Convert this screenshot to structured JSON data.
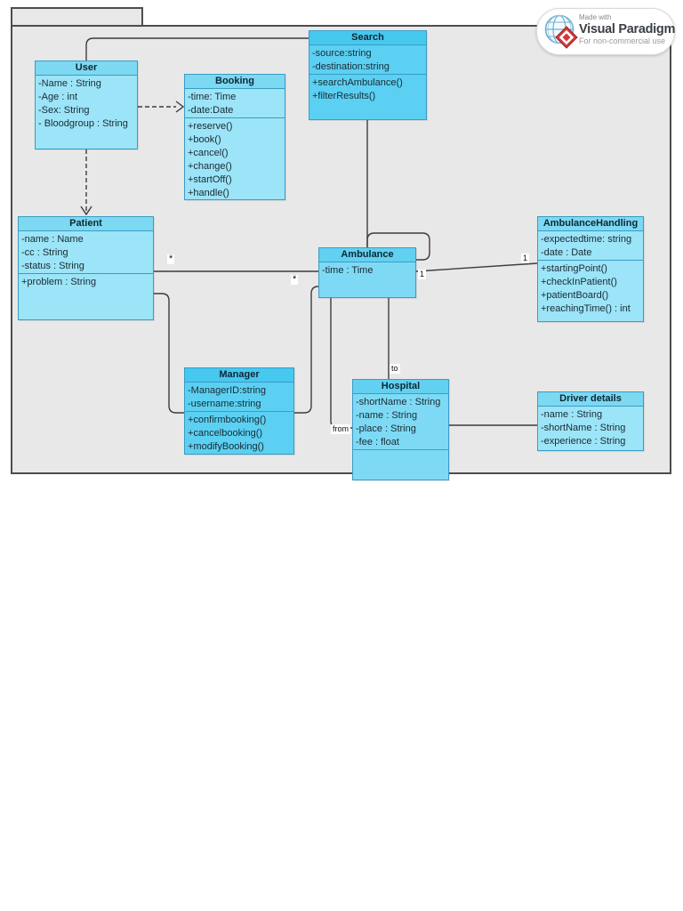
{
  "frame": {
    "tab_label": ""
  },
  "badge": {
    "made_with": "Made with",
    "brand": "Visual Paradigm",
    "subtitle": "For non-commercial use"
  },
  "palette": {
    "canvas_bg": "#e8e8e8",
    "class_border": "#3b9cc4",
    "class_title_light": "#7dd8f2",
    "class_body_light": "#9ce4f7",
    "class_title_medium": "#62d1f1",
    "class_body_medium": "#7edaf4",
    "class_title_dark": "#46c8ef",
    "class_body_dark": "#5bd0f2",
    "connector": "#3c3c3c",
    "badge_red": "#cf3a3a"
  },
  "classes": {
    "user": {
      "title": "User",
      "attributes": [
        "-Name : String",
        "-Age : int",
        "-Sex: String",
        "- Bloodgroup : String"
      ],
      "operations": []
    },
    "search": {
      "title": "Search",
      "attributes": [
        "-source:string",
        "-destination:string"
      ],
      "operations": [
        "+searchAmbulance()",
        "+filterResults()"
      ]
    },
    "booking": {
      "title": "Booking",
      "attributes": [
        "-time: Time",
        "-date:Date"
      ],
      "operations": [
        "+reserve()",
        "+book()",
        "+cancel()",
        "+change()",
        "+startOff()",
        "+handle()"
      ]
    },
    "patient": {
      "title": "Patient",
      "attributes": [
        "-name : Name",
        "-cc : String",
        "-status : String"
      ],
      "operations": [
        "+problem : String"
      ]
    },
    "ambulance": {
      "title": "Ambulance",
      "attributes": [
        "-time : Time"
      ],
      "operations": []
    },
    "ambulance_handling": {
      "title": "AmbulanceHandling",
      "attributes": [
        "-expectedtime: string",
        "-date : Date"
      ],
      "operations": [
        "+startingPoint()",
        "+checkInPatient()",
        "+patientBoard()",
        "+reachingTime() : int"
      ]
    },
    "manager": {
      "title": "Manager",
      "attributes": [
        "-ManagerID:string",
        "-username:string"
      ],
      "operations": [
        "+confirmbooking()",
        "+cancelbooking()",
        "+modifyBooking()"
      ]
    },
    "hospital": {
      "title": "Hospital",
      "attributes": [
        "-shortName : String",
        "-name : String",
        "-place : String",
        "-fee : float"
      ],
      "operations": []
    },
    "driver_details": {
      "title": "Driver details",
      "attributes": [
        "-name : String",
        "-shortName : String",
        "-experience : String"
      ],
      "operations": []
    }
  },
  "labels": {
    "patient_mult": "*",
    "ambulance_mult": "*",
    "ambulance_one": "1",
    "handling_one": "1",
    "to": "to",
    "from": "from"
  }
}
